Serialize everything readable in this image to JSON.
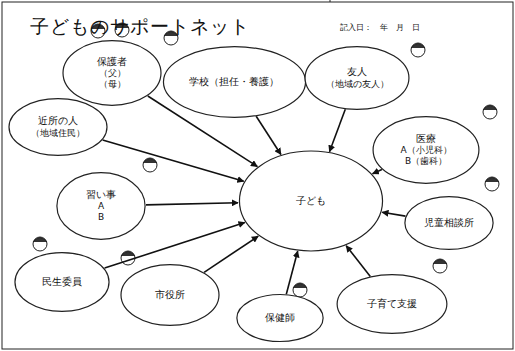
{
  "diagram": {
    "title": "子どものサポートネット",
    "nodes": [
      {
        "text": [
          "保護者",
          "（父）",
          "（母）"
        ]
      },
      {
        "text": [
          "学校（担任・養護）"
        ]
      },
      {
        "text": [
          "友人",
          "（地域の友人）"
        ]
      },
      {
        "text": [
          "近所の人",
          "（地域住民）"
        ]
      },
      {
        "text": [
          "医療",
          "A（小児科）",
          "B（歯科）"
        ]
      },
      {
        "text": [
          "子ども"
        ]
      },
      {
        "text": [
          "習い事",
          "A",
          "B"
        ]
      },
      {
        "text": [
          "児童相談所"
        ]
      },
      {
        "text": [
          "民生委員"
        ]
      },
      {
        "text": [
          "市役所"
        ]
      },
      {
        "text": [
          "保健師"
        ]
      },
      {
        "text": [
          "子育て支援"
        ]
      }
    ],
    "edges": [
      {
        "from": 0,
        "to": 5,
        "arrow": "to"
      },
      {
        "from": 1,
        "to": 5,
        "arrow": "to"
      },
      {
        "from": 2,
        "to": 5,
        "arrow": "to"
      },
      {
        "from": 3,
        "to": 5,
        "arrow": "to"
      },
      {
        "from": 4,
        "to": 5,
        "arrow": "to"
      },
      {
        "from": 6,
        "to": 5,
        "arrow": "to"
      },
      {
        "from": 7,
        "to": 5,
        "arrow": "to"
      },
      {
        "from": 8,
        "to": 5,
        "arrow": "to"
      },
      {
        "from": 9,
        "to": 5,
        "arrow": "to"
      },
      {
        "from": 10,
        "to": 5,
        "arrow": "to"
      },
      {
        "from": 11,
        "to": 5,
        "arrow": "to"
      }
    ],
    "labels": [
      "記入日：　年　月　日"
    ]
  }
}
